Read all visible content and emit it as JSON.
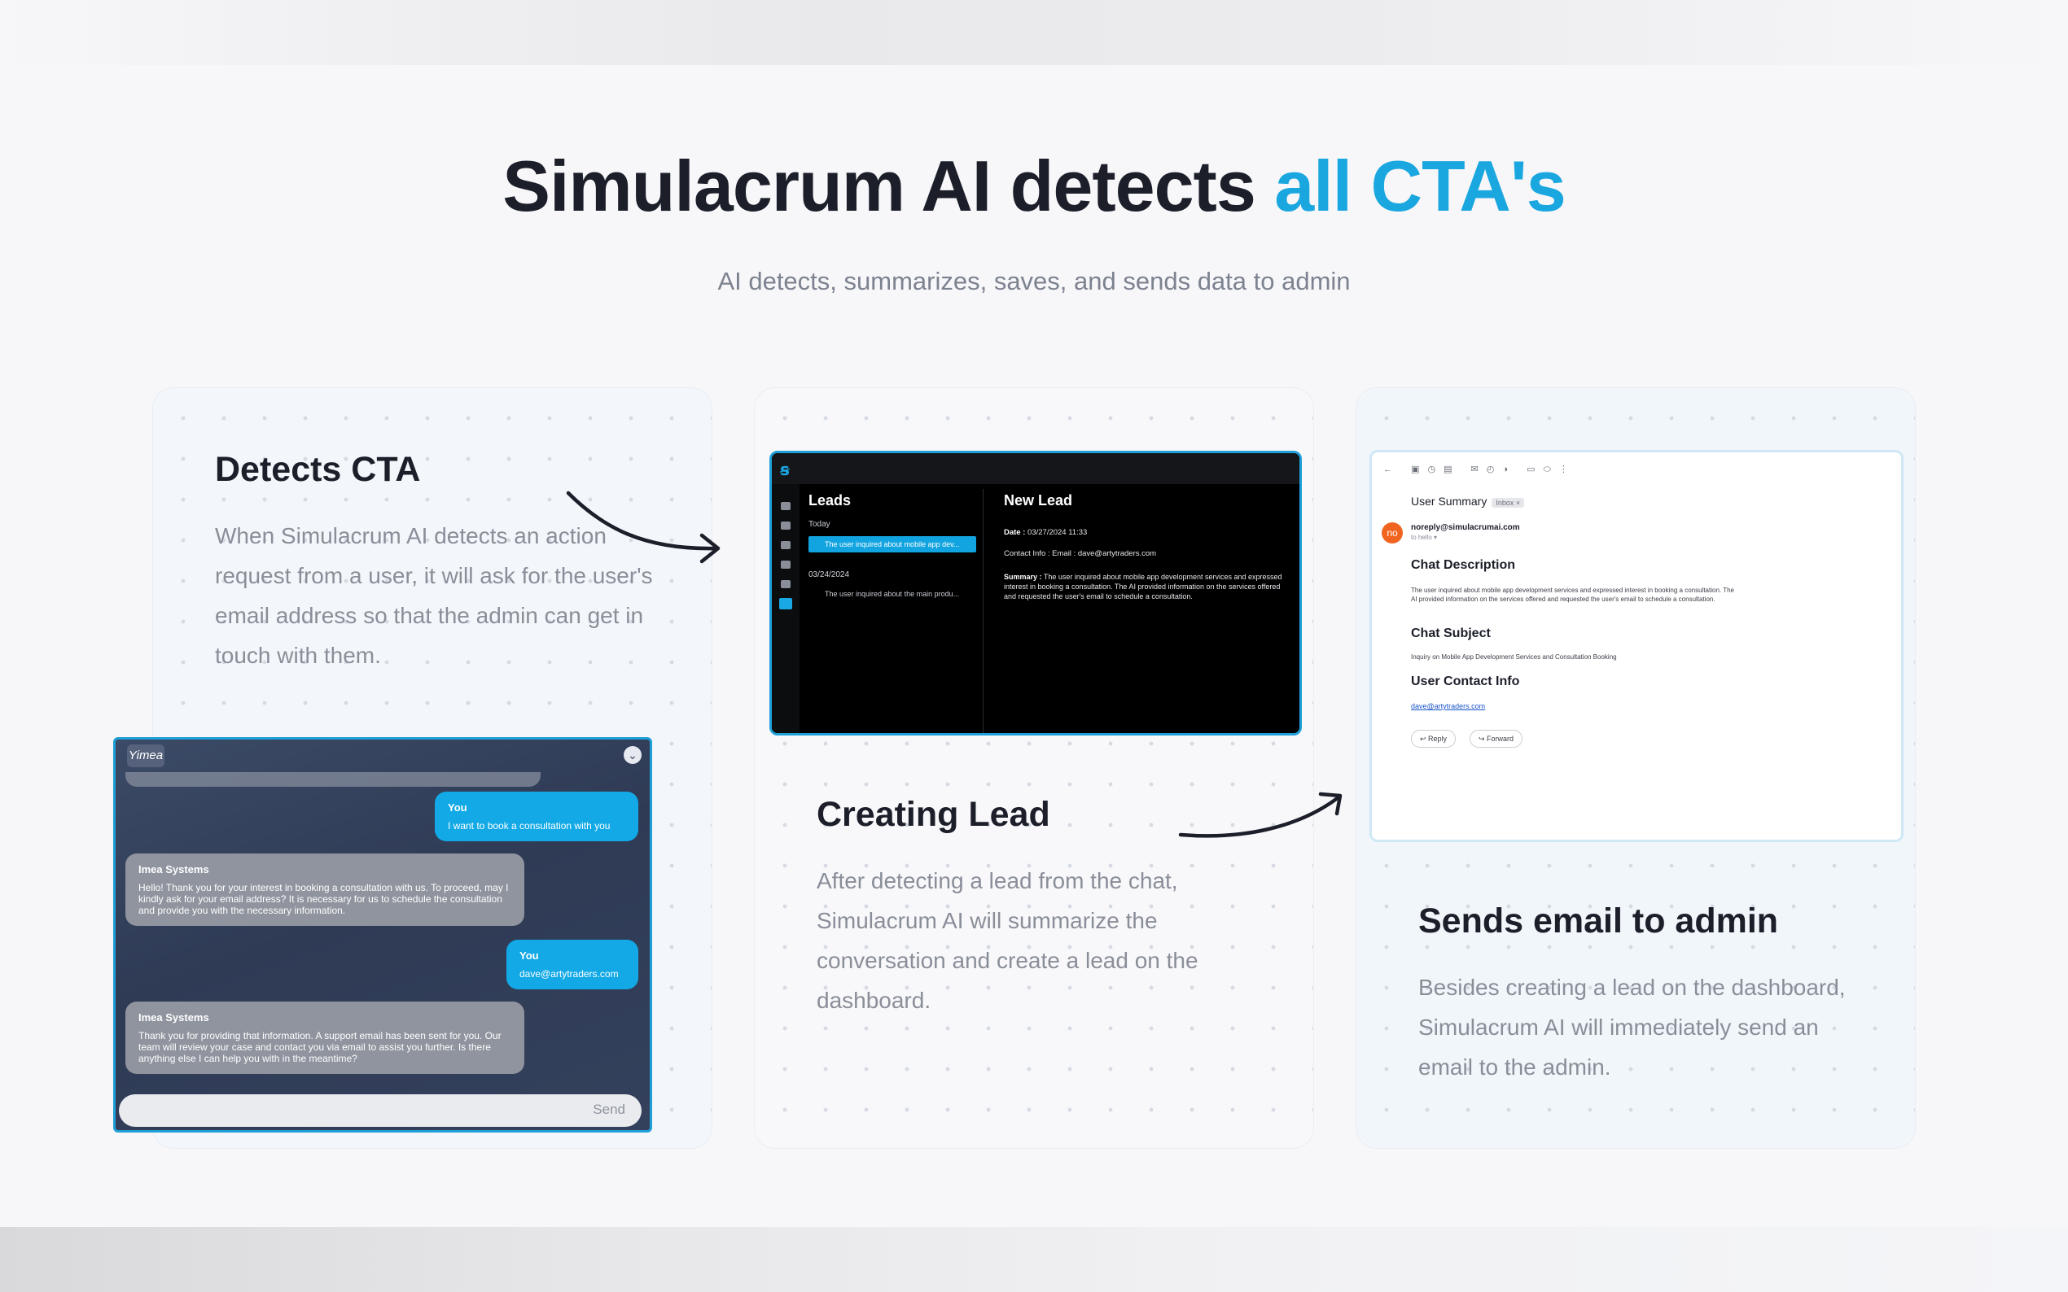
{
  "header": {
    "title_main": "Simulacrum AI detects ",
    "title_accent": "all CTA's",
    "subtitle": "AI detects, summarizes, saves, and sends data to admin",
    "accent_color": "#1aa7e0"
  },
  "cards": [
    {
      "title": "Detects CTA",
      "description": "When Simulacrum AI detects an action request from a user, it will ask for the user's email address so that the admin can get in touch with them."
    },
    {
      "title": "Creating Lead",
      "description": "After detecting a lead from the chat, Simulacrum AI will summarize the conversation and create a lead on the dashboard."
    },
    {
      "title": "Sends email to admin",
      "description": "Besides creating a lead on the dashboard, Simulacrum AI will immediately send an email to the admin."
    }
  ],
  "chat": {
    "logo_text": "Yimea",
    "messages": [
      {
        "sender": "You",
        "text": "I want to book a consultation with you"
      },
      {
        "sender": "Imea Systems",
        "text": "Hello! Thank you for your interest in booking a consultation with us. To proceed, may I kindly ask for your email address? It is necessary for us to schedule the consultation and provide you with the necessary information."
      },
      {
        "sender": "You",
        "text": "dave@artytraders.com"
      },
      {
        "sender": "Imea Systems",
        "text": "Thank you for providing that information. A support email has been sent for you. Our team will review your case and contact you via email to assist you further. Is there anything else I can help you with in the meantime?"
      }
    ],
    "send_label": "Send"
  },
  "dashboard": {
    "leads_title": "Leads",
    "today_label": "Today",
    "lead_item_1": "The user inquired about mobile app dev...",
    "date_label": "03/24/2024",
    "lead_item_2": "The user inquired about the main produ...",
    "new_lead_title": "New Lead",
    "date_key": "Date :",
    "date_value": "03/27/2024 11:33",
    "contact_key": "Contact Info :",
    "contact_value": "Email : dave@artytraders.com",
    "summary_key": "Summary :",
    "summary_value": "The user inquired about mobile app development services and expressed interest in booking a consultation. The AI provided information on the services offered and requested the user's email to schedule a consultation."
  },
  "email": {
    "subject": "User Summary",
    "tag": "Inbox ×",
    "avatar": "no",
    "from": "noreply@simulacrumai.com",
    "to": "to hello ▾",
    "chat_description_heading": "Chat Description",
    "chat_description": "The user inquired about mobile app development services and expressed interest in booking a consultation. The AI provided information on the services offered and requested the user's email to schedule a consultation.",
    "chat_subject_heading": "Chat Subject",
    "chat_subject": "Inquiry on Mobile App Development Services and Consultation Booking",
    "contact_heading": "User Contact Info",
    "contact_email": "dave@artytraders.com",
    "reply_label": "↩ Reply",
    "forward_label": "↪ Forward"
  }
}
